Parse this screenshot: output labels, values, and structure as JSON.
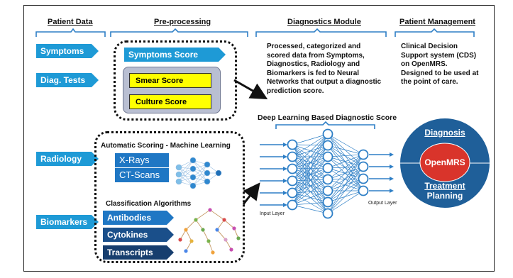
{
  "headers": {
    "patient_data": "Patient Data",
    "preprocessing": "Pre-processing",
    "diagnostics": "Diagnostics Module",
    "management": "Patient Management"
  },
  "patient_tags": [
    "Symptoms",
    "Diag. Tests",
    "Radiology",
    "Biomarkers"
  ],
  "symptoms_score": "Symptoms Score",
  "smear_score": "Smear Score",
  "culture_score": "Culture Score",
  "diagnostics_text": "Processed, categorized and scored data from Symptoms, Diagnostics, Radiology and Biomarkers is fed to Neural Networks that output a diagnostic prediction score.",
  "management_text": "Clinical Decision Support system (CDS) on OpenMRS. Designed to be used at the point of care.",
  "dl_title": "Deep Learning Based Diagnostic Score",
  "auto_scoring": "Automatic Scoring - Machine Learning",
  "xrays": "X-Rays",
  "ctscans": "CT-Scans",
  "classification": "Classification Algorithms",
  "antibodies": "Antibodies",
  "cytokines": "Cytokines",
  "transcripts": "Transcripts",
  "input_layer": "Input Layer",
  "output_layer": "Output Layer",
  "circle": {
    "diagnosis": "Diagnosis",
    "openmrs": "OpenMRS",
    "treatment": "Treatment",
    "planning": "Planning"
  }
}
